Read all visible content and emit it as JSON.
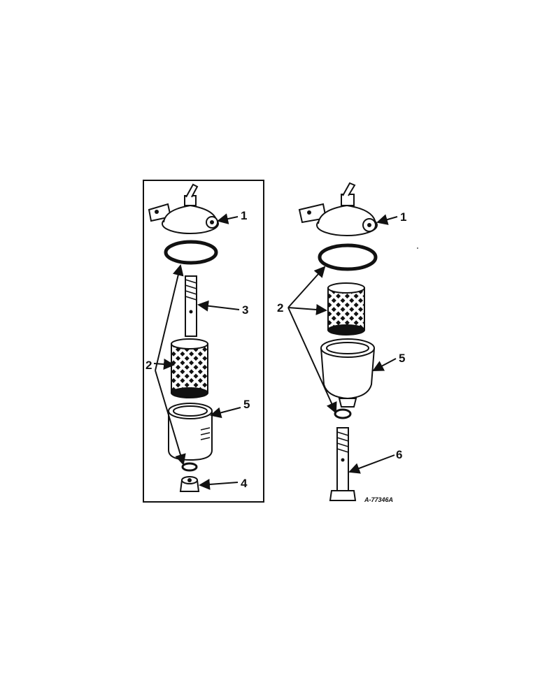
{
  "callouts_left": {
    "c1": "1",
    "c2": "2",
    "c3": "3",
    "c4": "4",
    "c5": "5"
  },
  "callouts_right": {
    "c1": "1",
    "c2": "2",
    "c5": "5",
    "c6": "6"
  },
  "part_number": "A-77346A"
}
